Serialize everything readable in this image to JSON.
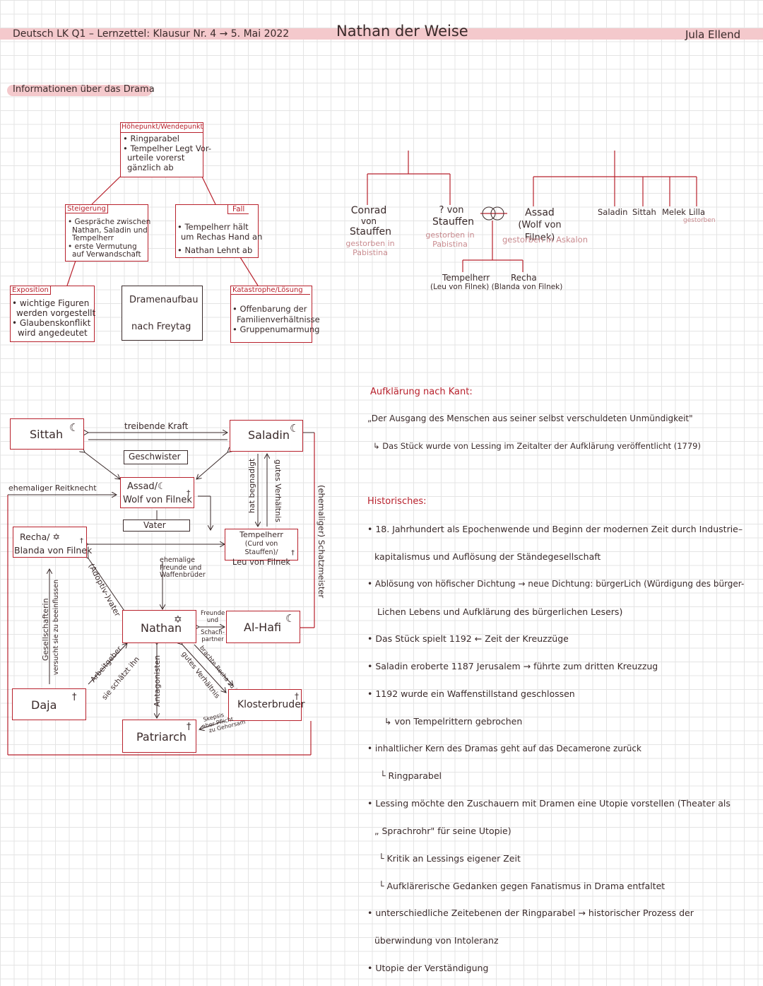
{
  "header": {
    "left": "Deutsch LK Q1 – Lernzettel: Klausur Nr. 4 → 5. Mai 2022",
    "title": "Nathan der Weise",
    "author": "Jula Ellend"
  },
  "section_drama": "Informationen über das Drama",
  "freytag": {
    "hoehepunkt": {
      "label": "Höhepunkt/Wendepunkt",
      "lines": [
        "• Ringparabel",
        "• Tempelher Legt Vor-",
        "urteile vorerst",
        "gänzlich ab"
      ]
    },
    "steigerung": {
      "label": "Steigerung",
      "lines": [
        "• Gespräche zwischen",
        "Nathan, Saladin und",
        "Tempelherr",
        "• erste Vermutung",
        "auf Verwandschaft"
      ]
    },
    "fall": {
      "label": "Fall",
      "lines": [
        "• Tempelherr hält",
        "um Rechas Hand an",
        "• Nathan Lehnt ab"
      ]
    },
    "exposition": {
      "label": "Exposition",
      "lines": [
        "• wichtige Figuren",
        "werden vorgestellt",
        "• Glaubenskonflikt",
        "wird angedeutet"
      ]
    },
    "center": [
      "Dramenaufbau",
      "nach Freytag"
    ],
    "katastrophe": {
      "label": "Katastrophe/Lösung",
      "lines": [
        "• Offenbarung der",
        "Familienverhältnisse",
        "• Gruppenumarmung"
      ]
    }
  },
  "family": {
    "conrad": [
      "Conrad",
      "von",
      "Stauffen"
    ],
    "conrad_note": [
      "gestorben in",
      "Pabistina"
    ],
    "von_stauffen": [
      "? von",
      "Stauffen"
    ],
    "von_stauffen_note": [
      "gestorben in",
      "Pabistina"
    ],
    "assad": [
      "Assad",
      "(Wolf von Filnek)"
    ],
    "assad_note": "gestorben in Askalon",
    "siblings": [
      "Saladin",
      "Sittah",
      "Melek",
      "Lilla"
    ],
    "lilla_note": "gestorben",
    "children": [
      "Tempelherr",
      "Recha"
    ],
    "children_sub": "(Leu von Filnek) (Blanda von Filnek)"
  },
  "relations": {
    "nodes": {
      "sittah": "Sittah",
      "saladin": "Saladin",
      "assad": [
        "Assad/☾",
        "Wolf von Filnek"
      ],
      "recha": [
        "Recha/ ✡",
        "Blanda von Filnek"
      ],
      "tempelherr": [
        "Tempelherr",
        "(Curd von Stauffen)/",
        "Leu von Filnek"
      ],
      "nathan": "Nathan",
      "alhafi": "Al-Hafi",
      "daja": "Daja",
      "patriarch": "Patriarch",
      "klosterbruder": "Klosterbruder"
    },
    "labels": {
      "treibende": "treibende Kraft",
      "geschwister": "Geschwister",
      "reitknecht": "ehemaliger Reitknecht",
      "vater": "Vater",
      "waffenbrueder": [
        "ehemalige",
        "Freunde und",
        "Waffenbrüder"
      ],
      "begnadigt": "hat begnadigt",
      "verhaeltnis": "gutes Verhältnis",
      "schatzmeister": "(ehemaliger) Schatzmeister",
      "adoptiv": "(Adoptiv-)vater",
      "gesellschafterin": "Gesellschafterin",
      "beeinflussen": "versucht sie zu beeinflussen",
      "freunde_schach": [
        "Freunde",
        "und",
        "Schach-",
        "partner"
      ],
      "arbeitgeber": "Arbeitgeber",
      "schaetzt": "sie schätzt ihn",
      "antagonisten": "Antagonisten",
      "verhaeltnis2": "gutes Verhältnis",
      "rettete": "brachte Recha zu ihm",
      "skepsis": [
        "Skepsis",
        "aber Pflicht",
        "zu Gehorsam"
      ]
    }
  },
  "kant": {
    "heading": "Aufklärung nach Kant:",
    "quote": "„Der Ausgang des Menschen aus seiner selbst verschuldeten Unmündigkeit\"",
    "note": "↳ Das Stück wurde von Lessing im Zeitalter der Aufklärung veröffentlicht (1779)"
  },
  "historisches": {
    "heading": "Historisches:",
    "lines": [
      "• 18. Jahrhundert als Epochenwende und Beginn der modernen Zeit durch Industrie–",
      "kapitalismus und Auflösung der Ständegesellschaft",
      "• Ablösung von höfischer Dichtung → neue Dichtung: bürgerLich (Würdigung des bürger-",
      "Lichen Lebens und Aufklärung des bürgerlichen Lesers)",
      "• Das Stück spielt 1192 ← Zeit der Kreuzzüge",
      "• Saladin eroberte 1187 Jerusalem → führte zum dritten Kreuzzug",
      "• 1192 wurde ein Waffenstillstand geschlossen",
      "↳ von Tempelrittern gebrochen",
      "• inhaltlicher Kern des Dramas geht auf das Decamerone zurück",
      "└ Ringparabel",
      "• Lessing möchte den Zuschauern mit Dramen eine Utopie vorstellen (Theater als",
      "„ Sprachrohr\" für seine Utopie)",
      "└ Kritik an Lessings eigener Zeit",
      "└ Aufklärerische Gedanken gegen Fanatismus in Drama entfaltet",
      "• unterschiedliche Zeitebenen der Ringparabel → historischer Prozess der",
      "überwindung von Intoleranz",
      "• Utopie der Verständigung"
    ]
  },
  "colors": {
    "accent": "#b8212c",
    "highlight": "#f4c9cc",
    "grid": "#e4e4e4",
    "ink": "#3a2a2a"
  }
}
